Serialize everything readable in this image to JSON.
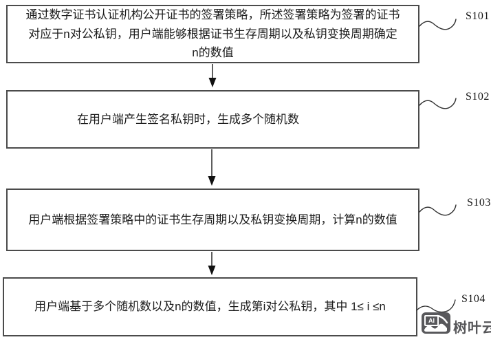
{
  "diagram": {
    "steps": [
      {
        "label": "S101",
        "text": "通过数字证书认证机构公开证书的签署策略，所述签署策略为签署的证书对应于n对公私钥，用户端能够根据证书生存周期以及私钥变换周期确定n的数值"
      },
      {
        "label": "S102",
        "text": "在用户端产生签名私钥时，生成多个随机数"
      },
      {
        "label": "S103",
        "text": "用户端根据签署策略中的证书生存周期以及私钥变换周期，计算n的数值"
      },
      {
        "label": "S104",
        "text": "用户端基于多个随机数以及n的数值，生成第i对公私钥，其中 1≤ i ≤n"
      }
    ]
  },
  "watermark": {
    "logo_text": "AI",
    "brand": "树叶云"
  },
  "colors": {
    "box_border": "#4b4b4b",
    "text": "#1c1c1c",
    "arrow": "#1a1a1a",
    "connector": "#333333",
    "logo_bg": "#58585b",
    "brand_text": "#565659",
    "background": "#ffffff"
  }
}
